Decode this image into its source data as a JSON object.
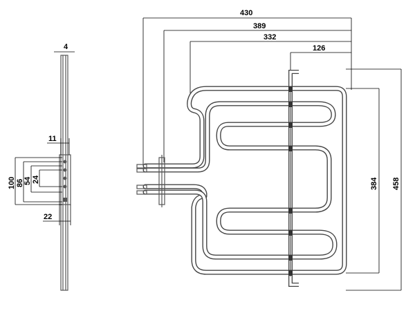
{
  "dimensions": {
    "top": [
      "430",
      "389",
      "332",
      "126"
    ],
    "right": [
      "384",
      "458"
    ],
    "side_view_top": "4",
    "side_view_upper": "11",
    "side_view_lower": "22",
    "side_view_vertical": [
      "100",
      "86",
      "54",
      "24"
    ]
  }
}
